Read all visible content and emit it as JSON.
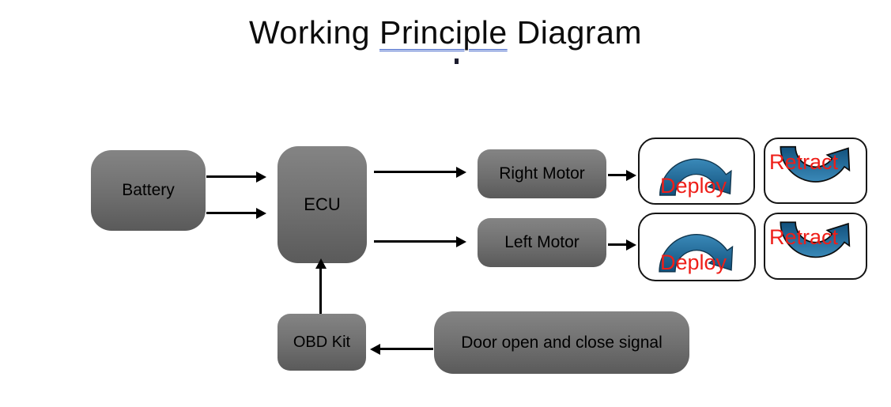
{
  "title": {
    "prefix": "Working ",
    "underlined": "Principle",
    "suffix": " Diagram"
  },
  "nodes": {
    "battery": "Battery",
    "ecu": "ECU",
    "right_motor": "Right Motor",
    "left_motor": "Left Motor",
    "obd_kit": "OBD Kit",
    "door_signal": "Door open and close signal"
  },
  "labels": {
    "deploy": "Deploy",
    "retract": "Retract"
  },
  "connections": [
    {
      "from": "Battery",
      "to": "ECU"
    },
    {
      "from": "Battery",
      "to": "ECU"
    },
    {
      "from": "ECU",
      "to": "Right Motor"
    },
    {
      "from": "ECU",
      "to": "Left Motor"
    },
    {
      "from": "Right Motor",
      "to": "Deploy / Retract"
    },
    {
      "from": "Left Motor",
      "to": "Deploy / Retract"
    },
    {
      "from": "OBD Kit",
      "to": "ECU"
    },
    {
      "from": "Door open and close signal",
      "to": "OBD Kit"
    }
  ],
  "icons": {
    "deploy": "arc-arrow-curving-down",
    "retract": "u-arrow-curving-up"
  },
  "colors": {
    "background": "#ffffff",
    "node_gradient_top": "#848484",
    "node_gradient_bottom": "#5a5a5a",
    "node_text": "#000000",
    "connector": "#000000",
    "white_box_border": "#141414",
    "curve_blue_light": "#3a89b8",
    "curve_blue_dark": "#11507c",
    "action_text_red": "#ee1e18",
    "underline_blue": "#3f62c9"
  }
}
